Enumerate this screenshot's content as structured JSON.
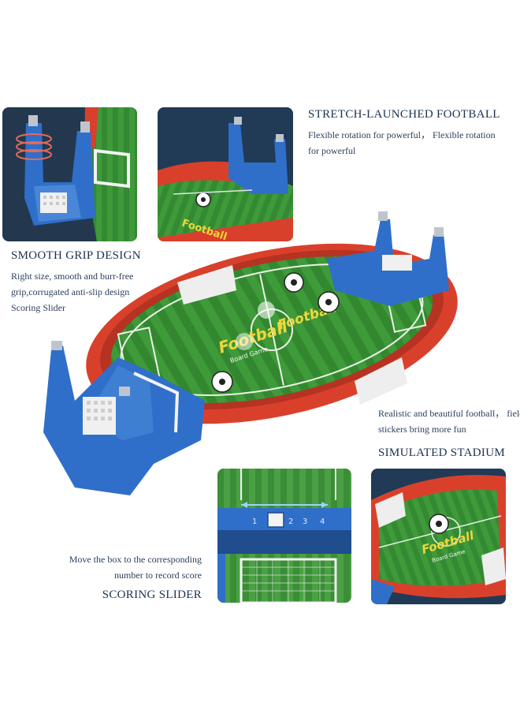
{
  "features": {
    "stretch": {
      "title": "STRETCH-LAUNCHED FOOTBALL",
      "desc": [
        "Flexible rotation for powerful， Flexible rotation",
        "for powerful"
      ]
    },
    "grip": {
      "title": "SMOOTH GRIP DESIGN",
      "desc": [
        "Right size, smooth and burr-free",
        "grip,corrugated anti-slip design",
        "Scoring Slider"
      ]
    },
    "stadium": {
      "title": "SIMULATED STADIUM",
      "desc": [
        "Realistic and beautiful football， field",
        "stickers bring more fun"
      ]
    },
    "slider": {
      "title": "SCORING SLIDER",
      "desc": [
        "Move the box to the corresponding",
        "number to record score"
      ]
    }
  },
  "field_sticker": {
    "logo": "Football",
    "subtitle": "Board Game"
  },
  "slider_numbers": [
    "1",
    "2",
    "3",
    "4"
  ],
  "colors": {
    "panel_bg": "#213a56",
    "grass_light": "#3f9a3a",
    "grass_dark": "#2f7f2e",
    "wall_red": "#d9402c",
    "frame_blue": "#2f6fc9",
    "text_navy": "#1a3152"
  }
}
